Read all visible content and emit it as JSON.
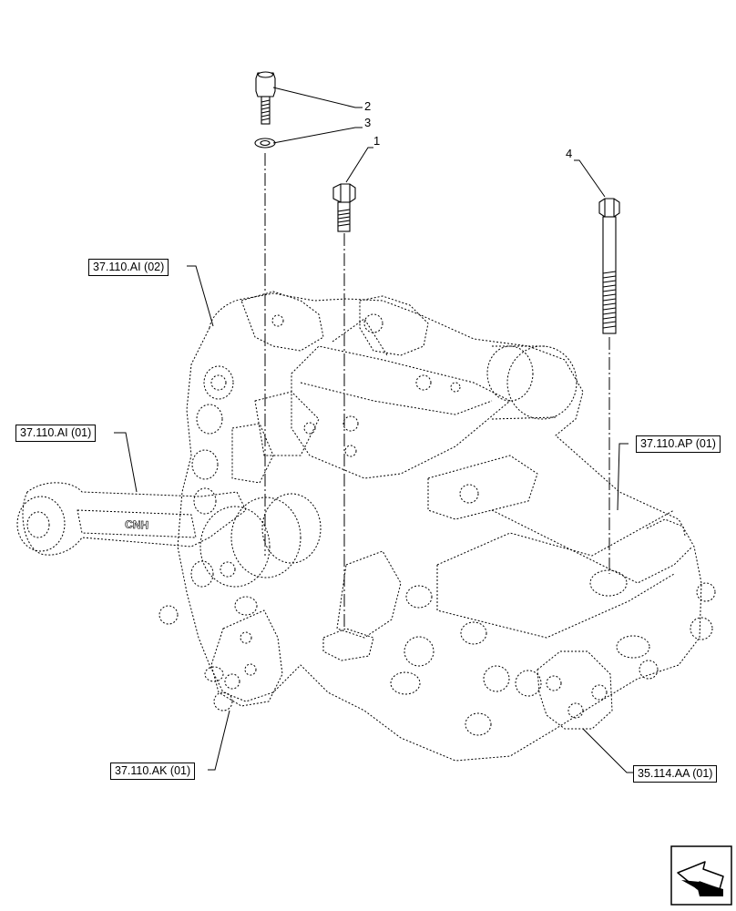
{
  "callouts": {
    "c1": "1",
    "c2": "2",
    "c3": "3",
    "c4": "4"
  },
  "references": {
    "ai02": "37.110.AI (02)",
    "ai01": "37.110.AI (01)",
    "ap01": "37.110.AP (01)",
    "ak01": "37.110.AK (01)",
    "aa01": "35.114.AA (01)"
  },
  "arm_marking": "CNH",
  "icons": {
    "nav": "next-page-arrow-icon"
  },
  "colors": {
    "line": "#000000",
    "background": "#ffffff"
  }
}
